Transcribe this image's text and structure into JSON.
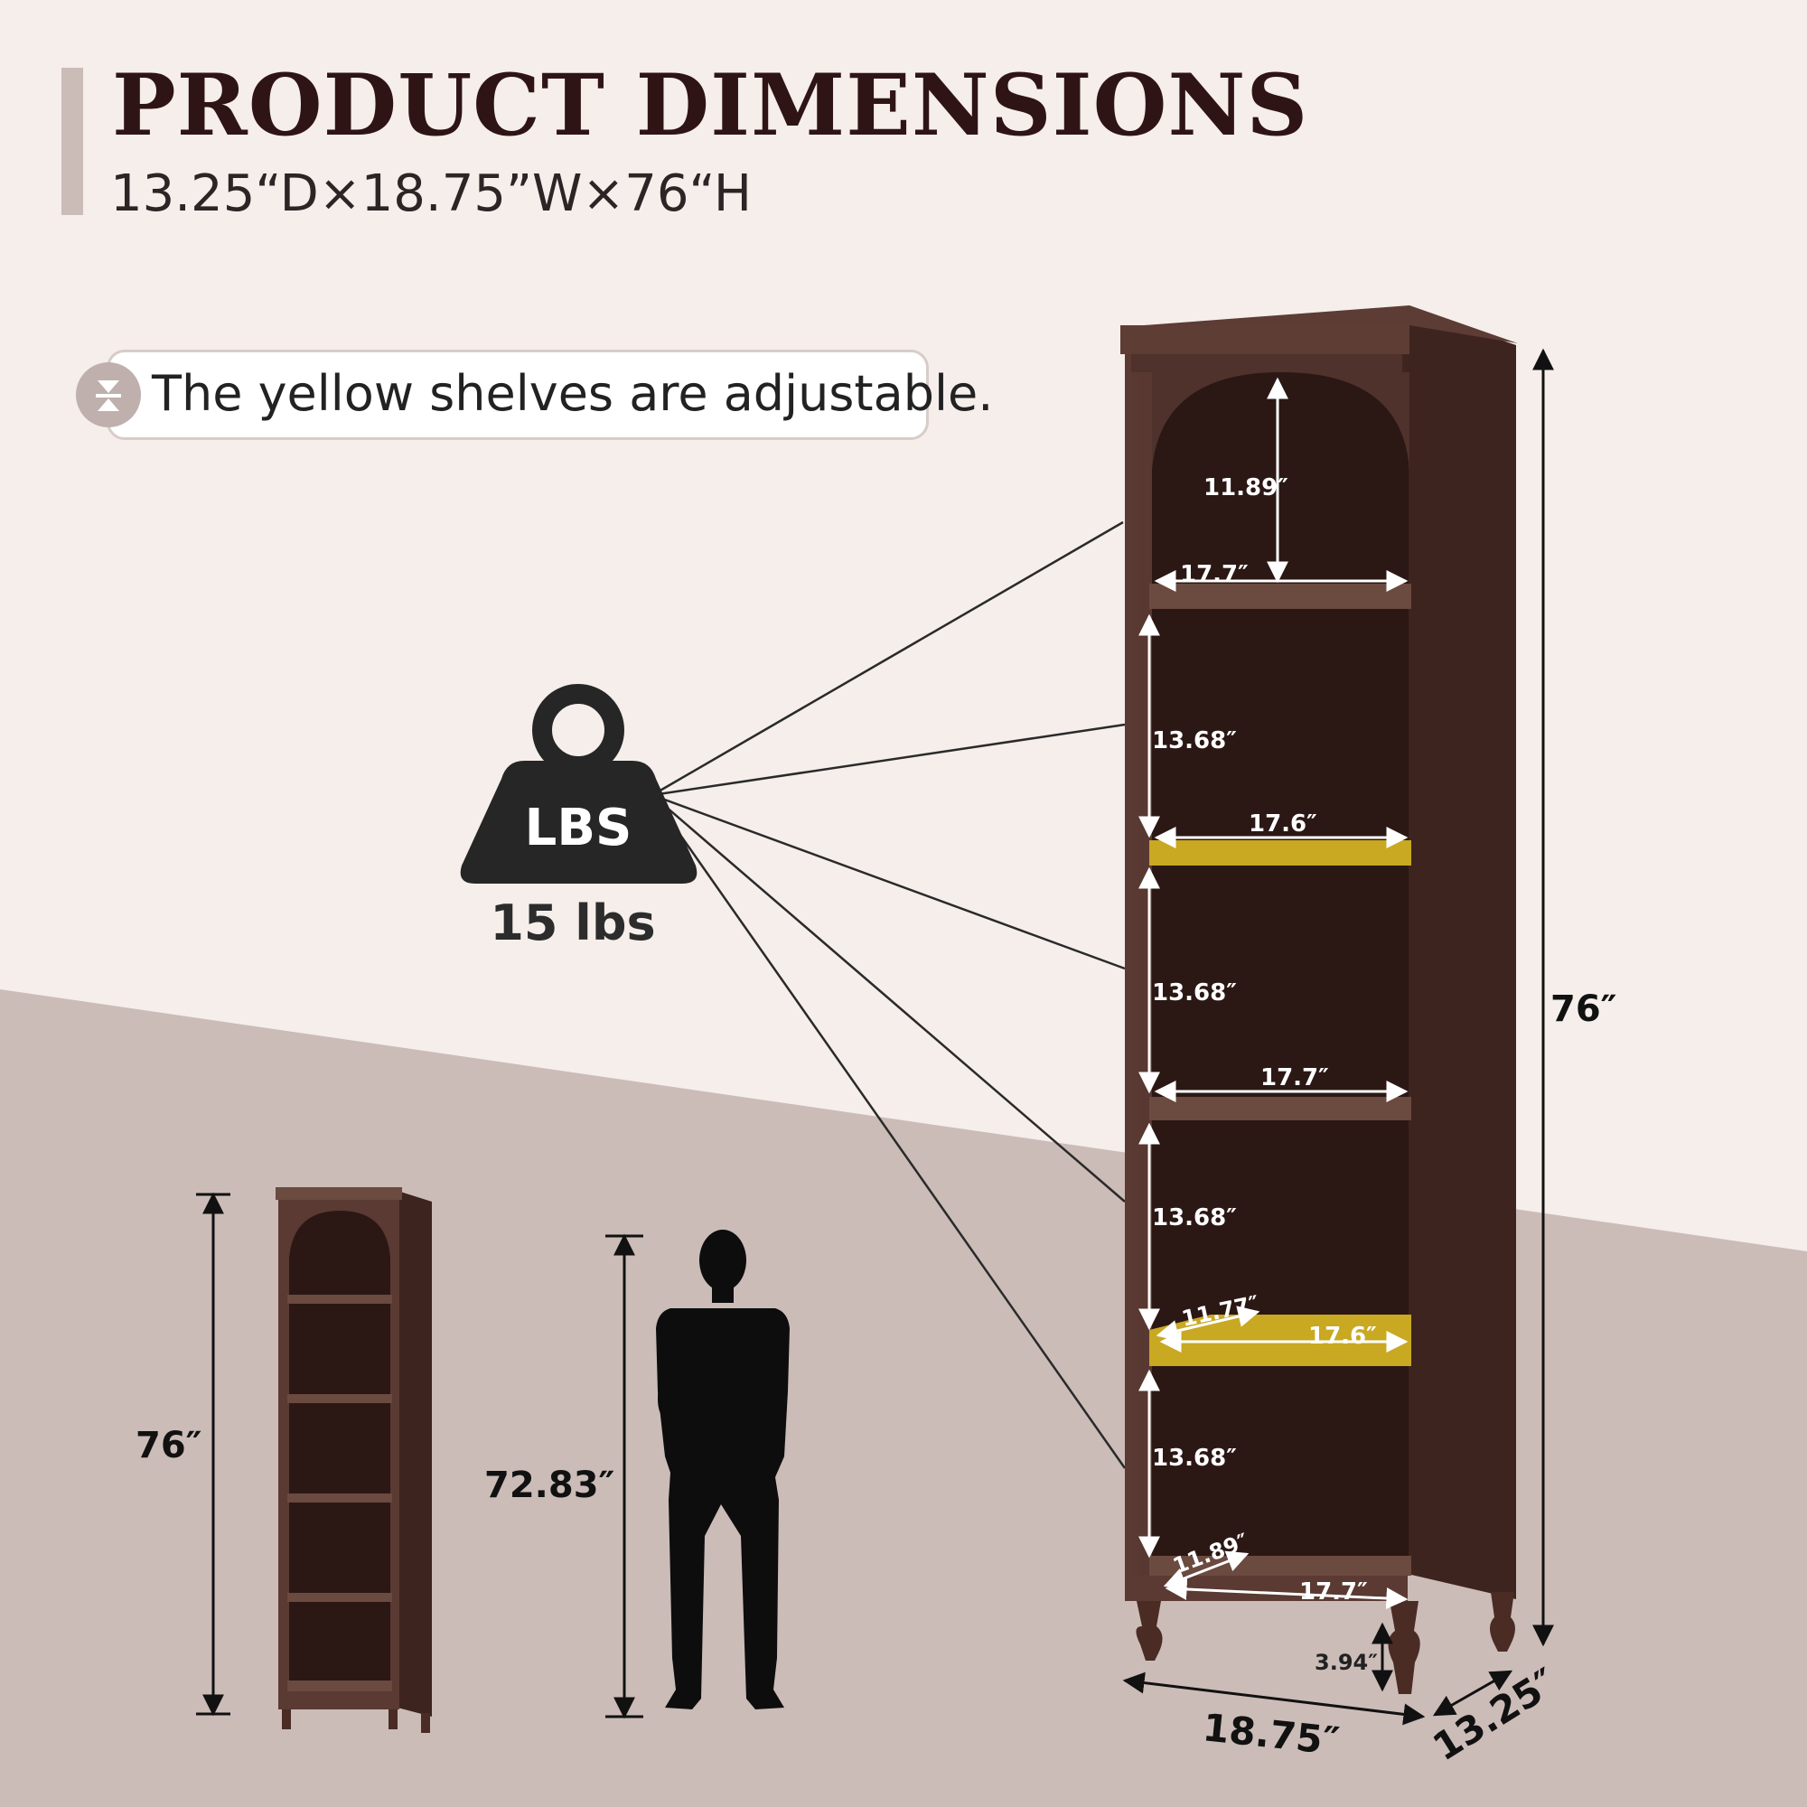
{
  "header": {
    "title": "PRODUCT DIMENSIONS",
    "subtitle": "13.25“D×18.75”W×76“H"
  },
  "callout": {
    "text": "The yellow shelves are adjustable.",
    "icon": "adjust-icon"
  },
  "weight": {
    "badge": "LBS",
    "value": "15 lbs",
    "icon": "weight-icon"
  },
  "dimensions": {
    "arch_height": "11.89″",
    "top_shelf_width": "17.7″",
    "section1_height": "13.68″",
    "adj_shelf1_width": "17.6″",
    "section2_height": "13.68″",
    "mid_shelf_width": "17.7″",
    "section3_height": "13.68″",
    "adj_shelf2_depth": "11.77″",
    "adj_shelf2_width": "17.6″",
    "section4_height": "13.68″",
    "bottom_depth": "11.89″",
    "bottom_width": "17.7″",
    "leg_height": "3.94″",
    "total_height": "76″",
    "outer_width": "18.75″",
    "outer_depth": "13.25″"
  },
  "comparison": {
    "shelf_height": "76″",
    "person_height": "72.83″"
  },
  "colors": {
    "background_top": "#f5eeea",
    "floor": "#cbbcb8",
    "wood": "#4a2e28",
    "wood_dark": "#2b1815",
    "shelf_yellow": "#c9a822"
  }
}
